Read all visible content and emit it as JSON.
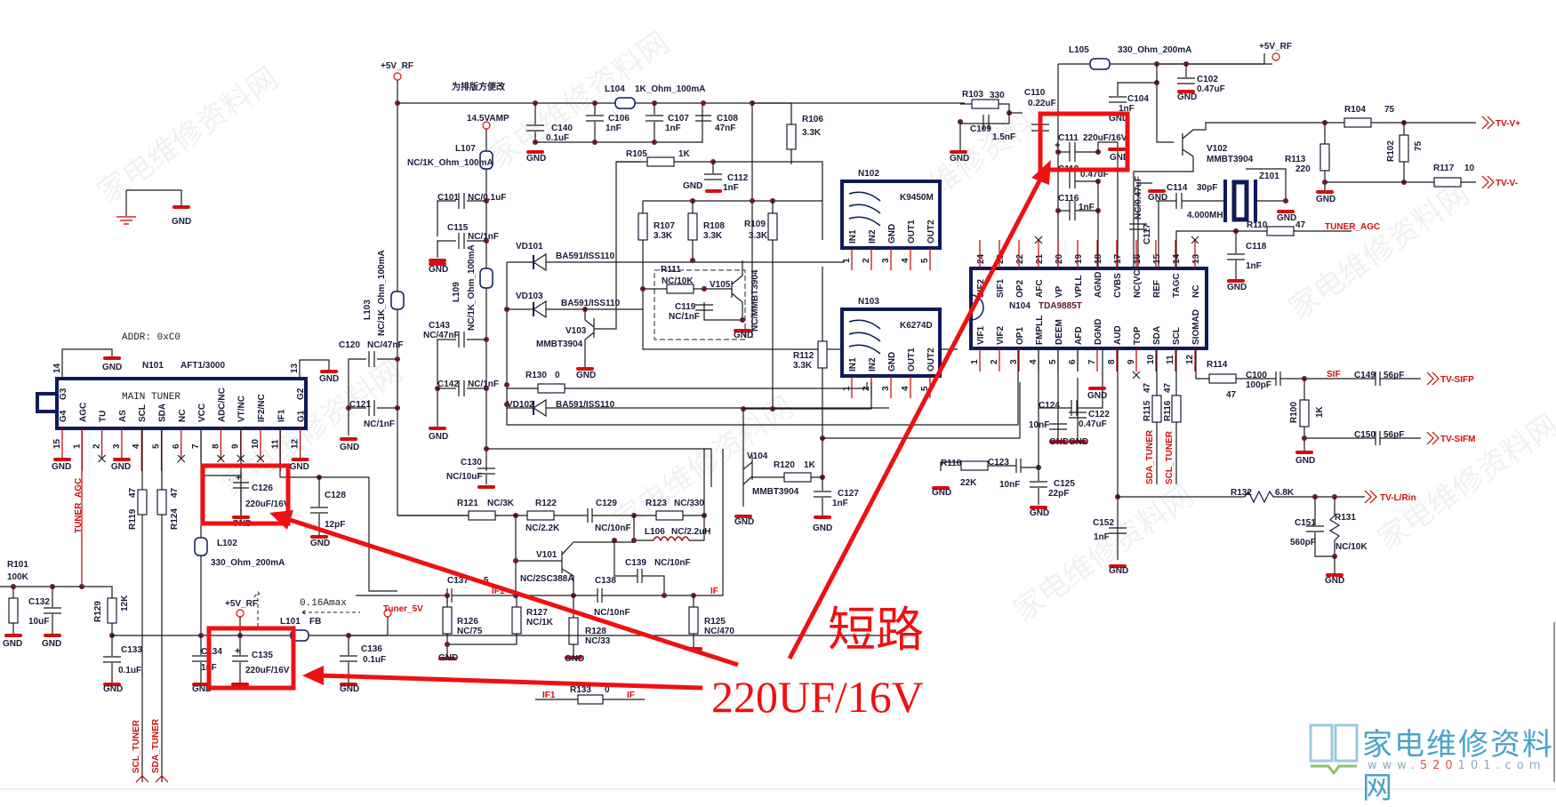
{
  "annotation": {
    "short_circuit_label": "短路",
    "capacitor_label": "220UF/16V",
    "color": "#ee1111"
  },
  "watermark": {
    "site_name": "家电维修资料网",
    "url_prefix": "www.",
    "url_highlight": "520",
    "url_suffix": "101.com"
  },
  "nets": {
    "plus5v_rf": "+5V_RF",
    "vamp": "14.5VAMP",
    "gnd": "GND",
    "tuner_5v": "Tuner_5V",
    "tuner_agc": "TUNER_AGC",
    "sda_tuner": "SDA_TUNER",
    "scl_tuner": "SCL_TUNER",
    "if": "IF",
    "if1": "IF1",
    "sif": "SIF",
    "tv_vplus": "TV-V+",
    "tv_vminus": "TV-V-",
    "tv_sifp": "TV-SIFP",
    "tv_sifm": "TV-SIFM",
    "tv_lrin": "TV-L/Rin"
  },
  "notes": {
    "layout_note": "为排版方便改",
    "addr": "ADDR: 0xC0",
    "current": "0.16Amax"
  },
  "tuner": {
    "ref": "N101",
    "part": "AFT1/3000",
    "title": "MAIN TUNER",
    "pins": [
      {
        "num": "15",
        "name": "G4"
      },
      {
        "num": "1",
        "name": "AGC"
      },
      {
        "num": "2",
        "name": "TU"
      },
      {
        "num": "3",
        "name": "AS"
      },
      {
        "num": "4",
        "name": "SCL"
      },
      {
        "num": "5",
        "name": "SDA"
      },
      {
        "num": "6",
        "name": "NC"
      },
      {
        "num": "7",
        "name": "VCC"
      },
      {
        "num": "8",
        "name": "ADC/NC"
      },
      {
        "num": "9",
        "name": "VT/NC"
      },
      {
        "num": "10",
        "name": "IF2/NC"
      },
      {
        "num": "11",
        "name": "IF1"
      },
      {
        "num": "12",
        "name": "G1"
      }
    ],
    "top_pins": [
      {
        "num": "14",
        "name": "G3"
      },
      {
        "num": "13",
        "name": "G2"
      }
    ]
  },
  "saw_filters": [
    {
      "ref": "N102",
      "part": "K9450M",
      "pins": [
        "IN1",
        "IN2",
        "GND",
        "OUT1",
        "OUT2"
      ]
    },
    {
      "ref": "N103",
      "part": "K6274D",
      "pins": [
        "IN1",
        "IN2",
        "GND",
        "OUT1",
        "OUT2"
      ]
    }
  ],
  "if_ic": {
    "ref": "N104",
    "part": "TDA9885T",
    "top_pins": [
      {
        "num": "24",
        "name": "SIF2"
      },
      {
        "num": "23",
        "name": "SIF1"
      },
      {
        "num": "22",
        "name": "OP2"
      },
      {
        "num": "21",
        "name": "AFC"
      },
      {
        "num": "20",
        "name": "VP"
      },
      {
        "num": "19",
        "name": "VPLL"
      },
      {
        "num": "18",
        "name": "AGND"
      },
      {
        "num": "17",
        "name": "CVBS"
      },
      {
        "num": "16",
        "name": "NC(VC)"
      },
      {
        "num": "15",
        "name": "REF"
      },
      {
        "num": "14",
        "name": "TAGC"
      },
      {
        "num": "13",
        "name": "NC"
      }
    ],
    "bottom_pins": [
      {
        "num": "1",
        "name": "VIF1"
      },
      {
        "num": "2",
        "name": "VIF2"
      },
      {
        "num": "3",
        "name": "OP1"
      },
      {
        "num": "4",
        "name": "FMPLL"
      },
      {
        "num": "5",
        "name": "DEEM"
      },
      {
        "num": "6",
        "name": "AFD"
      },
      {
        "num": "7",
        "name": "DGND"
      },
      {
        "num": "8",
        "name": "AUD"
      },
      {
        "num": "9",
        "name": "TOP"
      },
      {
        "num": "10",
        "name": "SDA"
      },
      {
        "num": "11",
        "name": "SCL"
      },
      {
        "num": "12",
        "name": "SIOMAD"
      }
    ]
  },
  "components": {
    "L104": {
      "ref": "L104",
      "value": "1K_Ohm_100mA"
    },
    "L105": {
      "ref": "L105",
      "value": "330_Ohm_200mA"
    },
    "L107": {
      "ref": "L107",
      "value": "NC/1K_Ohm_100mA"
    },
    "L103": {
      "ref": "L103",
      "value": "NC/1K_Ohm_100mA"
    },
    "L109": {
      "ref": "L109",
      "value": "NC/1K_Ohm_100mA"
    },
    "L102": {
      "ref": "L102",
      "value": "330_Ohm_200mA"
    },
    "L101": {
      "ref": "L101",
      "value": "FB"
    },
    "L106": {
      "ref": "L106",
      "value": "NC/2.2uH"
    },
    "C140": {
      "ref": "C140",
      "value": "0.1uF"
    },
    "C106": {
      "ref": "C106",
      "value": "1nF"
    },
    "C107": {
      "ref": "C107",
      "value": "1nF"
    },
    "C108": {
      "ref": "C108",
      "value": "47nF"
    },
    "C112": {
      "ref": "C112",
      "value": "1nF"
    },
    "C101": {
      "ref": "C101",
      "value": "NC/0.1uF"
    },
    "C115": {
      "ref": "C115",
      "value": "NC/1nF"
    },
    "C143": {
      "ref": "C143",
      "value": "NC/47nF"
    },
    "C142": {
      "ref": "C142",
      "value": "NC/1nF"
    },
    "C120": {
      "ref": "C120",
      "value": "NC/47nF"
    },
    "C121": {
      "ref": "C121",
      "value": "NC/1nF"
    },
    "C130": {
      "ref": "C130",
      "value": "NC/10uF"
    },
    "C129": {
      "ref": "C129",
      "value": "NC/10nF"
    },
    "C139": {
      "ref": "C139",
      "value": "NC/10nF"
    },
    "C138": {
      "ref": "C138",
      "value": "NC/10nF"
    },
    "C137": {
      "ref": "C137",
      "value": "5"
    },
    "C126": {
      "ref": "C126",
      "value": "220uF/16V"
    },
    "C128": {
      "ref": "C128",
      "value": "12pF"
    },
    "C132": {
      "ref": "C132",
      "value": "10uF"
    },
    "C133": {
      "ref": "C133",
      "value": "0.1uF"
    },
    "C134": {
      "ref": "C134",
      "value": "1nF"
    },
    "C135": {
      "ref": "C135",
      "value": "220uF/16V"
    },
    "C136": {
      "ref": "C136",
      "value": "0.1uF"
    },
    "C127": {
      "ref": "C127",
      "value": "1nF"
    },
    "C119": {
      "ref": "C119",
      "value": "NC/1nF"
    },
    "C110": {
      "ref": "C110",
      "value": "0.22uF"
    },
    "C109": {
      "ref": "C109",
      "value": "1.5nF"
    },
    "C104": {
      "ref": "C104",
      "value": "1nF"
    },
    "C102": {
      "ref": "C102",
      "value": "0.47uF"
    },
    "C111": {
      "ref": "C111",
      "value": "220uF/16V"
    },
    "C113": {
      "ref": "C113",
      "value": "0.47uF"
    },
    "C116": {
      "ref": "C116",
      "value": "1nF"
    },
    "C117": {
      "ref": "C117",
      "value": "NC/0.47uF"
    },
    "C114": {
      "ref": "C114",
      "value": "30pF"
    },
    "C118": {
      "ref": "C118",
      "value": "1nF"
    },
    "C124": {
      "ref": "C124",
      "value": "10nF"
    },
    "C122": {
      "ref": "C122",
      "value": "0.47uF"
    },
    "C123": {
      "ref": "C123",
      "value": "10nF"
    },
    "C125": {
      "ref": "C125",
      "value": "22pF"
    },
    "C100": {
      "ref": "C100",
      "value": "100pF"
    },
    "C149": {
      "ref": "C149",
      "value": "56pF"
    },
    "C150": {
      "ref": "C150",
      "value": "56pF"
    },
    "C152": {
      "ref": "C152",
      "value": "1nF"
    },
    "C151": {
      "ref": "C151",
      "value": "560pF"
    },
    "R105": {
      "ref": "R105",
      "value": "1K"
    },
    "R106": {
      "ref": "R106",
      "value": "3.3K"
    },
    "R107": {
      "ref": "R107",
      "value": "3.3K"
    },
    "R108": {
      "ref": "R108",
      "value": "3.3K"
    },
    "R109": {
      "ref": "R109",
      "value": "3.3K"
    },
    "R111": {
      "ref": "R111",
      "value": "NC/10K"
    },
    "R112": {
      "ref": "R112",
      "value": "3.3K"
    },
    "R130": {
      "ref": "R130",
      "value": "0"
    },
    "R121": {
      "ref": "R121",
      "value": "NC/3K"
    },
    "R122": {
      "ref": "R122",
      "value": "NC/2.2K"
    },
    "R123": {
      "ref": "R123",
      "value": "NC/330"
    },
    "R126": {
      "ref": "R126",
      "value": "NC/75"
    },
    "R127": {
      "ref": "R127",
      "value": "NC/1K"
    },
    "R128": {
      "ref": "R128",
      "value": "NC/33"
    },
    "R125": {
      "ref": "R125",
      "value": "NC/470"
    },
    "R120": {
      "ref": "R120",
      "value": "1K"
    },
    "R133": {
      "ref": "R133",
      "value": "0"
    },
    "R119": {
      "ref": "R119",
      "value": "47"
    },
    "R124": {
      "ref": "R124",
      "value": "47"
    },
    "R101": {
      "ref": "R101",
      "value": "100K"
    },
    "R129": {
      "ref": "R129",
      "value": "12K"
    },
    "R103": {
      "ref": "R103",
      "value": "330"
    },
    "R104": {
      "ref": "R104",
      "value": "75"
    },
    "R102": {
      "ref": "R102",
      "value": "75"
    },
    "R117": {
      "ref": "R117",
      "value": "10"
    },
    "R113": {
      "ref": "R113",
      "value": "220"
    },
    "R110": {
      "ref": "R110",
      "value": "47"
    },
    "R114": {
      "ref": "R114",
      "value": "47"
    },
    "R100": {
      "ref": "R100",
      "value": "1K"
    },
    "R115": {
      "ref": "R115",
      "value": "47"
    },
    "R116": {
      "ref": "R116",
      "value": "47"
    },
    "R118": {
      "ref": "R118",
      "value": "22K"
    },
    "R132": {
      "ref": "R132",
      "value": "6.8K"
    },
    "R131": {
      "ref": "R131",
      "value": "NC/10K"
    },
    "VD101": {
      "ref": "VD101",
      "value": "BA591/ISS110"
    },
    "VD103": {
      "ref": "VD103",
      "value": "BA591/ISS110"
    },
    "VD102": {
      "ref": "VD102",
      "value": "BA591/ISS110"
    },
    "V103": {
      "ref": "V103",
      "value": "MMBT3904"
    },
    "V105": {
      "ref": "V105",
      "value": "NC/MMBT3904"
    },
    "V104": {
      "ref": "V104",
      "value": "MMBT3904"
    },
    "V101": {
      "ref": "V101",
      "value": "NC/2SC388A"
    },
    "V102": {
      "ref": "V102",
      "value": "MMBT3904"
    },
    "Z101": {
      "ref": "Z101",
      "value": "4.000MHz"
    }
  }
}
